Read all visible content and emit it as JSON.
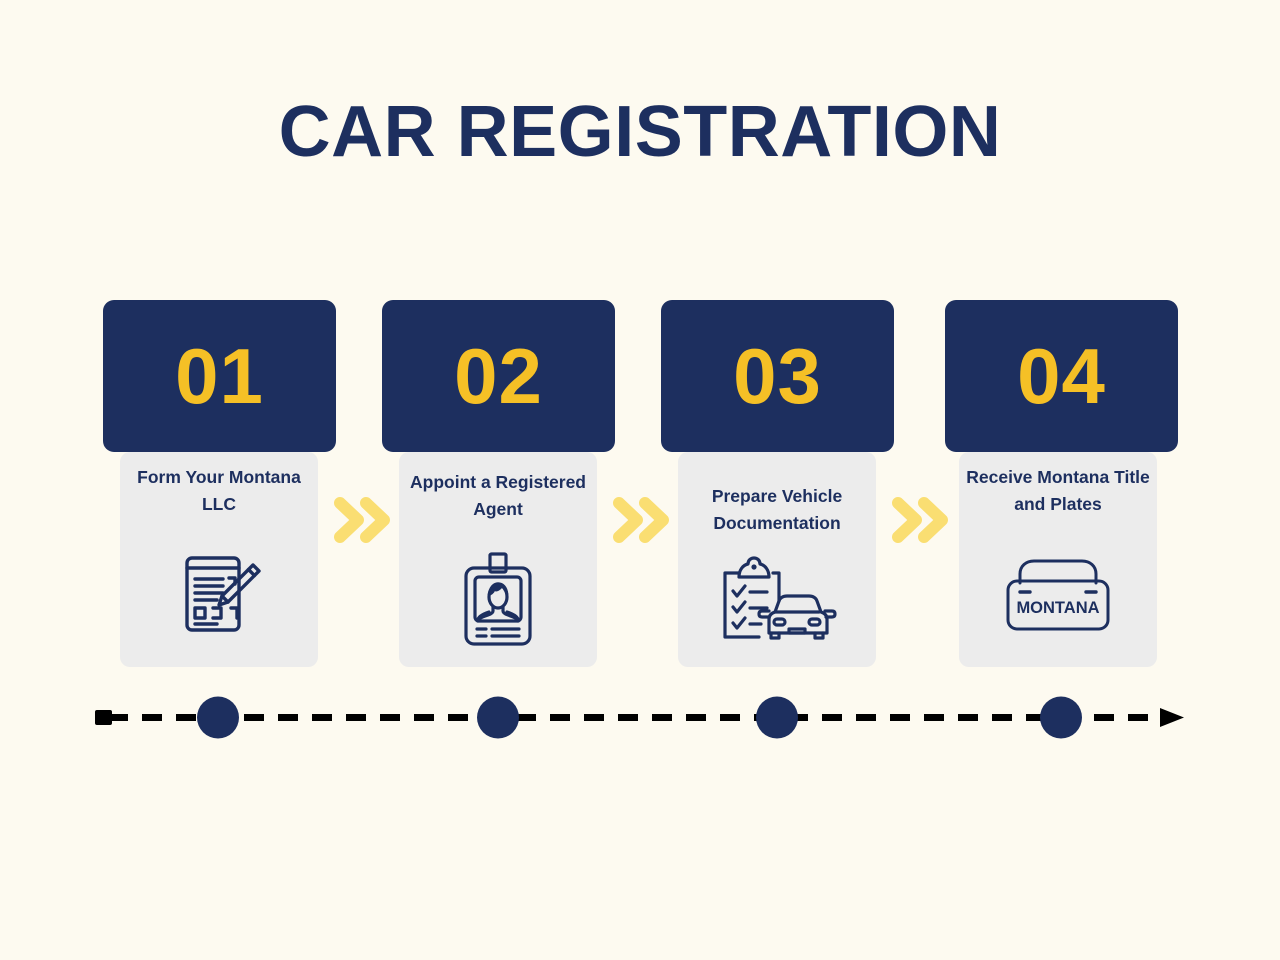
{
  "page": {
    "title": "CAR REGISTRATION",
    "background_color": "#fdfaf0",
    "navy": "#1d2f5f",
    "yellow": "#f5c026",
    "chevron_yellow": "#fade72",
    "card_body_gray": "#ececec"
  },
  "steps": [
    {
      "number": "01",
      "label": "Form Your Montana LLC",
      "icon": "document-pencil-icon"
    },
    {
      "number": "02",
      "label": "Appoint a Registered Agent",
      "icon": "id-badge-icon"
    },
    {
      "number": "03",
      "label": "Prepare Vehicle Documentation",
      "icon": "clipboard-car-icon"
    },
    {
      "number": "04",
      "label": "Receive Montana Title and Plates",
      "icon": "license-plate-icon",
      "plate_text": "MONTANA"
    }
  ],
  "separators": [
    {
      "icon": "double-chevron-right-icon"
    },
    {
      "icon": "double-chevron-right-icon"
    },
    {
      "icon": "double-chevron-right-icon"
    }
  ],
  "timeline": {
    "start_marker": "square-marker",
    "end_marker": "arrow-head-icon",
    "line_style": "dashed",
    "dot_count": 4
  }
}
